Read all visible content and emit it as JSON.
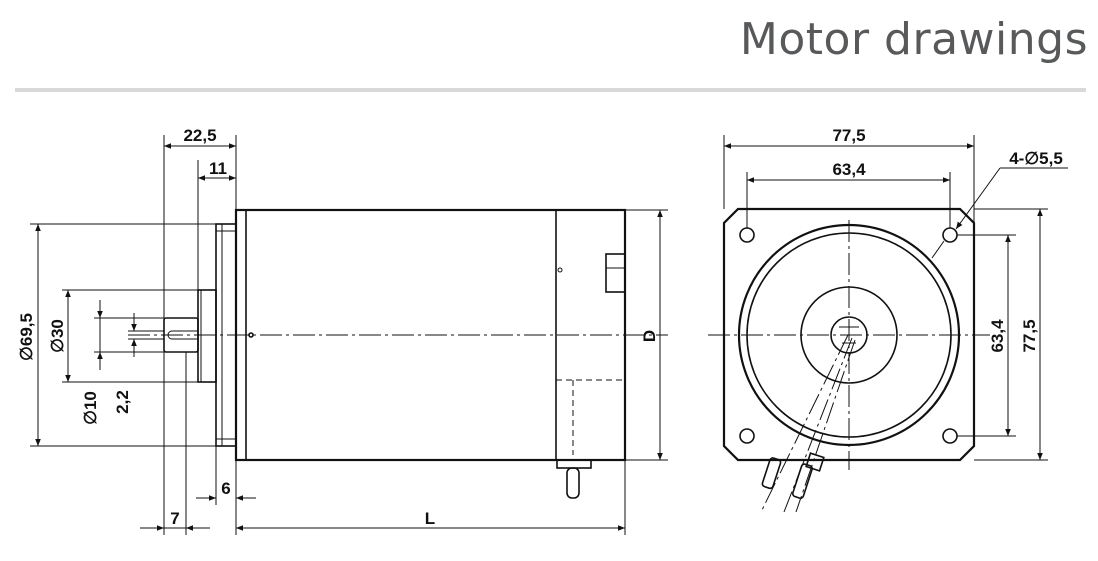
{
  "header": {
    "title": "Motor drawings"
  },
  "side_view": {
    "dim_flange_depth": "22,5",
    "dim_pilot_depth": "11",
    "dim_flange_dia": "69,5",
    "dim_pilot_dia": "30",
    "dim_shaft_dia": "10",
    "dim_flat": "2,2",
    "dim_shaft_len": "7",
    "dim_flange_thk": "6",
    "dim_length": "L",
    "dim_diameter": "D"
  },
  "front_view": {
    "dim_width": "77,5",
    "dim_bolt_spacing_h": "63,4",
    "dim_holes": "4-∅5,5",
    "dim_bolt_spacing_v": "63,4",
    "dim_height": "77,5"
  }
}
